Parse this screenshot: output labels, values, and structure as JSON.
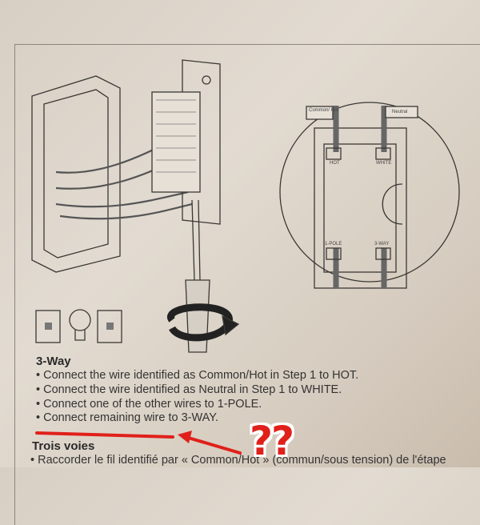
{
  "instructions": {
    "heading_en": "3-Way",
    "bullets_en": [
      "• Connect the wire identified as Common/Hot in Step 1 to HOT.",
      "• Connect the wire identified as Neutral in Step 1 to WHITE.",
      "• Connect one of the other wires to 1-POLE.",
      "• Connect remaining wire to 3-WAY."
    ],
    "heading_fr": "Trois voies",
    "bullets_fr": [
      "• Raccorder le fil identifié par « Common/Hot » (commun/sous tension) de l'étape"
    ]
  },
  "diagram_labels": {
    "common_hot": "Common/ Hot",
    "neutral": "Neutral",
    "hot": "HOT",
    "white": "WHITE",
    "one_pole": "1-POLE",
    "three_way": "3-WAY"
  },
  "annotation": {
    "text": "??",
    "color": "#e0201a"
  }
}
